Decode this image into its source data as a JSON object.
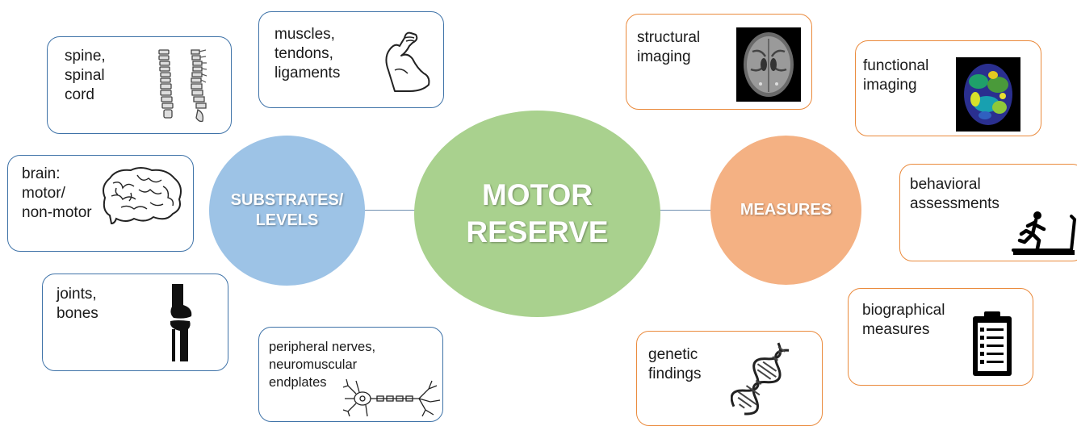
{
  "center": {
    "label": "MOTOR\nRESERVE",
    "color": "#a9d18e"
  },
  "substrates": {
    "label": "SUBSTRATES/\nLEVELS",
    "color": "#9dc3e6"
  },
  "measures": {
    "label": "MEASURES",
    "color": "#f4b183"
  },
  "substrate_boxes": [
    {
      "label": "spine,\nspinal\ncord",
      "icon": "spine-icon"
    },
    {
      "label": "muscles,\ntendons,\nligaments",
      "icon": "flexed-arm-icon"
    },
    {
      "label": "brain:\nmotor/\nnon-motor",
      "icon": "brain-icon"
    },
    {
      "label": "joints,\nbones",
      "icon": "knee-joint-icon"
    },
    {
      "label": "peripheral nerves,\nneuromuscular\nendplates",
      "icon": "neuron-icon"
    }
  ],
  "measure_boxes": [
    {
      "label": "structural\nimaging",
      "icon": "mri-scan-icon"
    },
    {
      "label": "functional\nimaging",
      "icon": "fmri-scan-icon"
    },
    {
      "label": "behavioral\nassessments",
      "icon": "treadmill-runner-icon"
    },
    {
      "label": "biographical\nmeasures",
      "icon": "clipboard-icon"
    },
    {
      "label": "genetic\nfindings",
      "icon": "dna-icon"
    }
  ]
}
